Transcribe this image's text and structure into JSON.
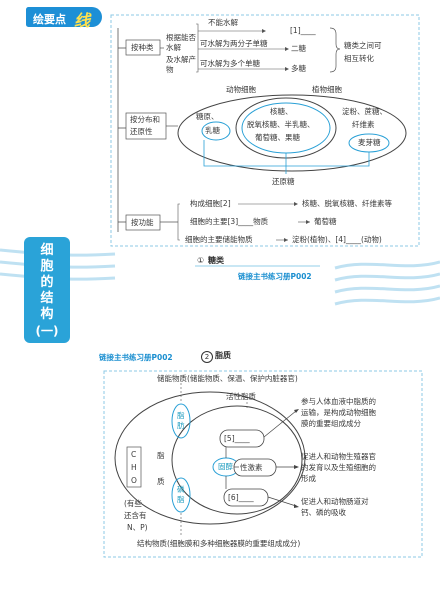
{
  "header": {
    "badge_text": "绘要点",
    "badge_accent": "线"
  },
  "sugar": {
    "classify_label": "按种类",
    "criteria": [
      "根据能否水解",
      "及水解产物"
    ],
    "rows": [
      {
        "cond": "不能水解",
        "result": "[1]____"
      },
      {
        "cond": "可水解为两分子单糖",
        "result": "二糖"
      },
      {
        "cond": "可水解为多个单糖",
        "result": "多糖"
      }
    ],
    "transform_note": [
      "糖类之间可",
      "相互转化"
    ],
    "distribution_label": [
      "按分布和",
      "还原性"
    ],
    "animal_cell": "动物细胞",
    "plant_cell": "植物细胞",
    "animal_only": [
      "糖原、",
      "乳糖"
    ],
    "shared": [
      "核糖、",
      "脱氧核糖、半乳糖、",
      "葡萄糖、果糖"
    ],
    "plant_only": [
      "淀粉、蔗糖、",
      "纤维素"
    ],
    "maltose": "麦芽糖",
    "reducing": "还原糖",
    "function_label": "按功能",
    "functions": [
      {
        "cond": "构成细胞[2]",
        "result": "核糖、脱氧核糖、纤维素等"
      },
      {
        "cond": "细胞的主要[3]____物质",
        "result": "葡萄糖"
      },
      {
        "cond": "细胞的主要储能物质",
        "result": "淀粉(植物)、[4]____(动物)"
      }
    ],
    "caption_num": "①",
    "caption": "糖类",
    "link": "链接主书练习册P002"
  },
  "side": {
    "chars": [
      "细",
      "胞",
      "的",
      "结",
      "构",
      "(一)"
    ]
  },
  "lipid": {
    "link": "链接主书练习册P002",
    "caption_num": "2",
    "caption": "脂质",
    "storage": "储能物质(储能物质、保温、保护内脏器官)",
    "active": "活性脂质",
    "elements": [
      "C",
      "H",
      "O"
    ],
    "fat": "脂肪",
    "lipid_big": [
      "脂",
      "质"
    ],
    "phospholipid": "磷脂",
    "also": [
      "(有些",
      "还含有",
      "N、P)"
    ],
    "sterol": "固醇",
    "slots": [
      "[5]____",
      "性激素",
      "[6]____"
    ],
    "notes": [
      [
        "参与人体血液中脂质的",
        "运输，是构成动物细胞",
        "膜的重要组成成分"
      ],
      [
        "促进人和动物生殖器官",
        "的发育以及生殖细胞的",
        "形成"
      ],
      [
        "促进人和动物肠道对",
        "钙、磷的吸收"
      ]
    ],
    "structure": "结构物质(细胞膜和多种细胞器膜的重要组成成分)"
  }
}
